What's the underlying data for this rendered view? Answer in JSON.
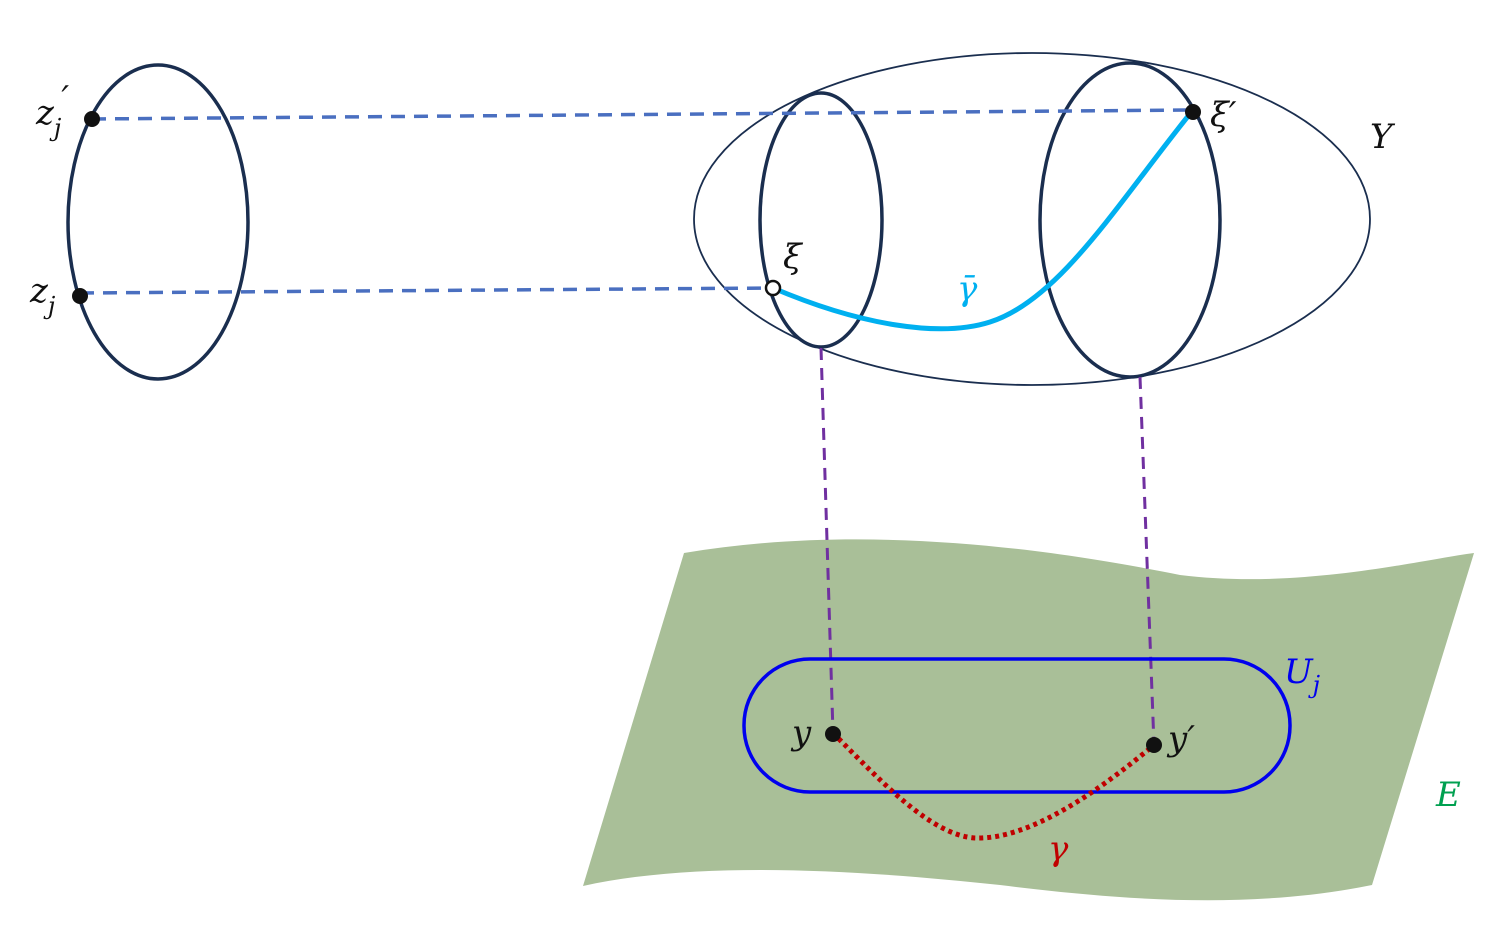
{
  "labels": {
    "z_j_prime": {
      "base": "z",
      "sub": "j",
      "sup": "′"
    },
    "z_j": {
      "base": "z",
      "sub": "j"
    },
    "xi": "ξ",
    "xi_prime": "ξ′",
    "Y": "Y",
    "gamma_bar": "γ̄",
    "U_j": {
      "base": "U",
      "sub": "j"
    },
    "y": "y",
    "y_prime": "y′",
    "gamma": "γ",
    "E": "E"
  },
  "colors": {
    "ellipse_stroke": "#1a2e4f",
    "projection_lines": "#4a6fc0",
    "vertical_lines": "#7030a0",
    "gamma_bar": "#00b0f0",
    "gamma": "#c00000",
    "surface": "#a9bf98",
    "region_U": "#0000ee",
    "label_E": "#00a050",
    "label_black": "#111111"
  }
}
